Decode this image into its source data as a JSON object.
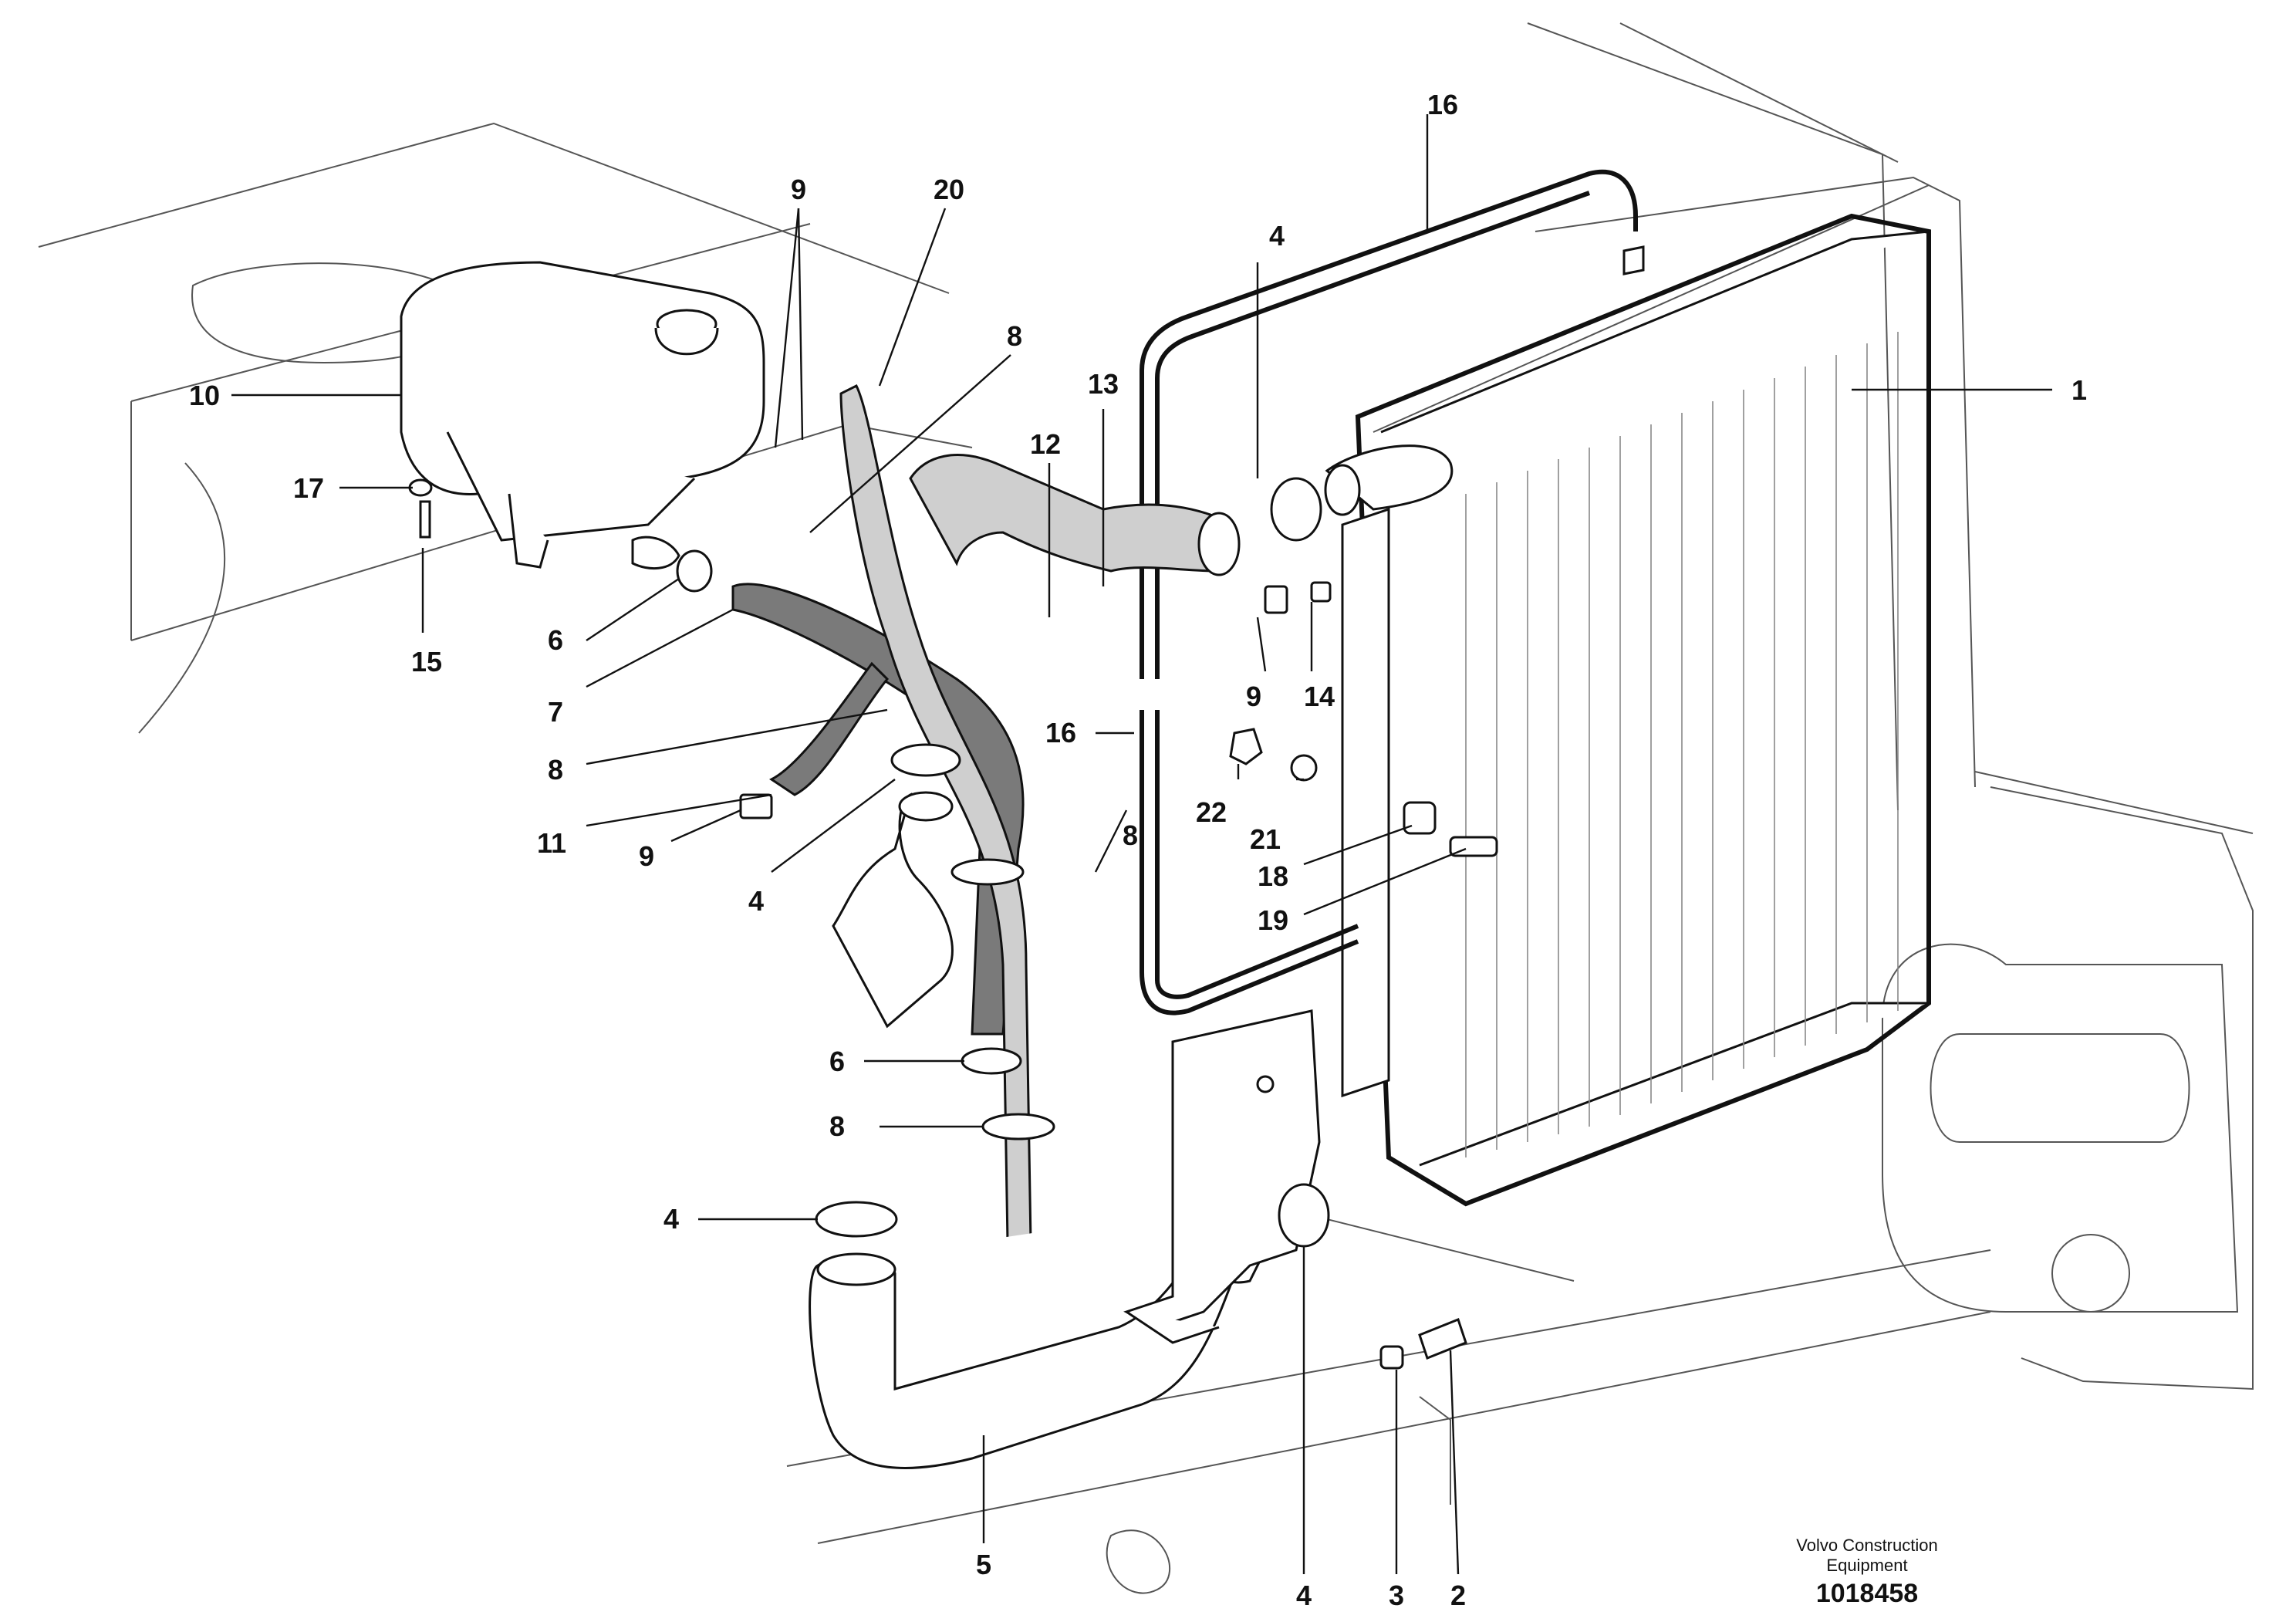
{
  "labels": {
    "l1": "1",
    "l2": "2",
    "l3": "3",
    "l4a": "4",
    "l4b": "4",
    "l4c": "4",
    "l4d": "4",
    "l5": "5",
    "l6a": "6",
    "l6b": "6",
    "l7": "7",
    "l8a": "8",
    "l8b": "8",
    "l8c": "8",
    "l8d": "8",
    "l9a": "9",
    "l9b": "9",
    "l9c": "9",
    "l10": "10",
    "l11": "11",
    "l12": "12",
    "l13": "13",
    "l14": "14",
    "l15": "15",
    "l16a": "16",
    "l16b": "16",
    "l17": "17",
    "l18": "18",
    "l19": "19",
    "l20": "20",
    "l21": "21",
    "l22": "22"
  },
  "brand": {
    "line1": "Volvo Construction",
    "line2": "Equipment"
  },
  "drawing_number": "1018458",
  "colors": {
    "ink": "#111111",
    "hose_fill": "#cfcfcf",
    "dark_hose": "#7a7a7a"
  }
}
